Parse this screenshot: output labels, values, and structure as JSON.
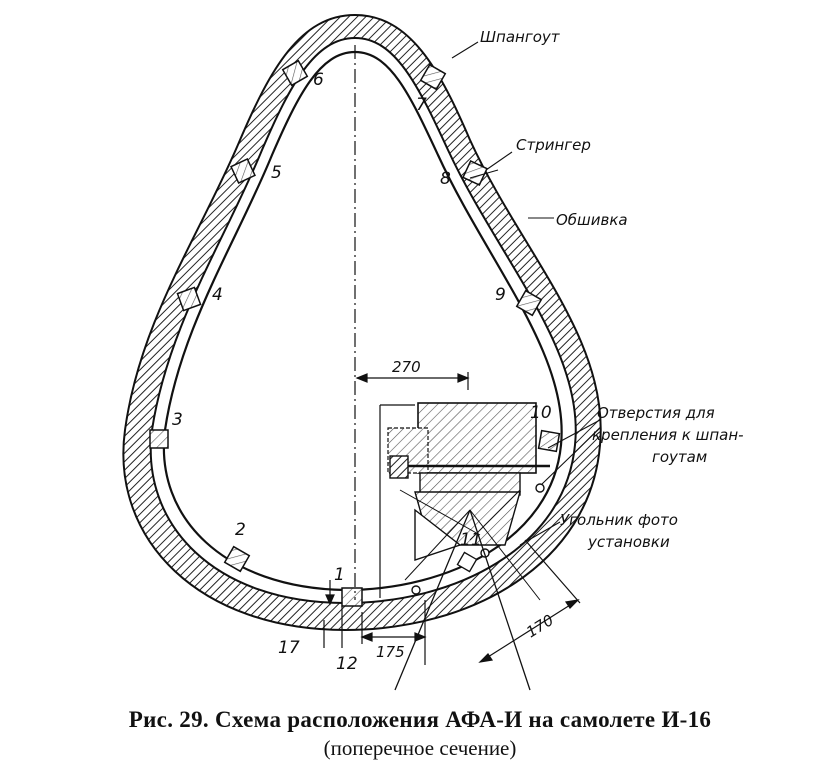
{
  "labels": {
    "shpangout": "Шпангоут",
    "stringer": "Стрингер",
    "obshivka": "Обшивка",
    "holes_1": "Отверстия для",
    "holes_2": "крепления к шпан-",
    "holes_3": "гоутам",
    "ugolnik_1": "Угольник фото",
    "ugolnik_2": "установки"
  },
  "stringers": [
    "1",
    "2",
    "3",
    "4",
    "5",
    "6",
    "7",
    "8",
    "9",
    "10",
    "11",
    "12",
    "17"
  ],
  "dimensions": {
    "d270": "270",
    "d175": "175",
    "d170": "170"
  },
  "caption": {
    "line1": "Рис. 29. Схема расположения АФА-И на самолете И-16",
    "line2": "(поперечное сечение)"
  }
}
